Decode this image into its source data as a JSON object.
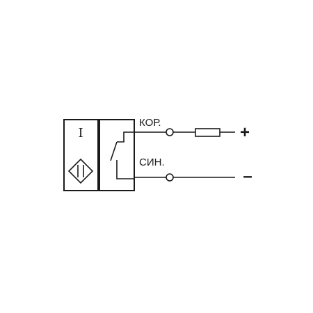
{
  "sensor": {
    "type_symbol": "I"
  },
  "wires": {
    "top_label": "КОР.",
    "bottom_label": "СИН."
  },
  "terminals": {
    "positive": "+",
    "negative": "–"
  },
  "colors": {
    "stroke": "#1a1a1a",
    "background": "#ffffff"
  }
}
